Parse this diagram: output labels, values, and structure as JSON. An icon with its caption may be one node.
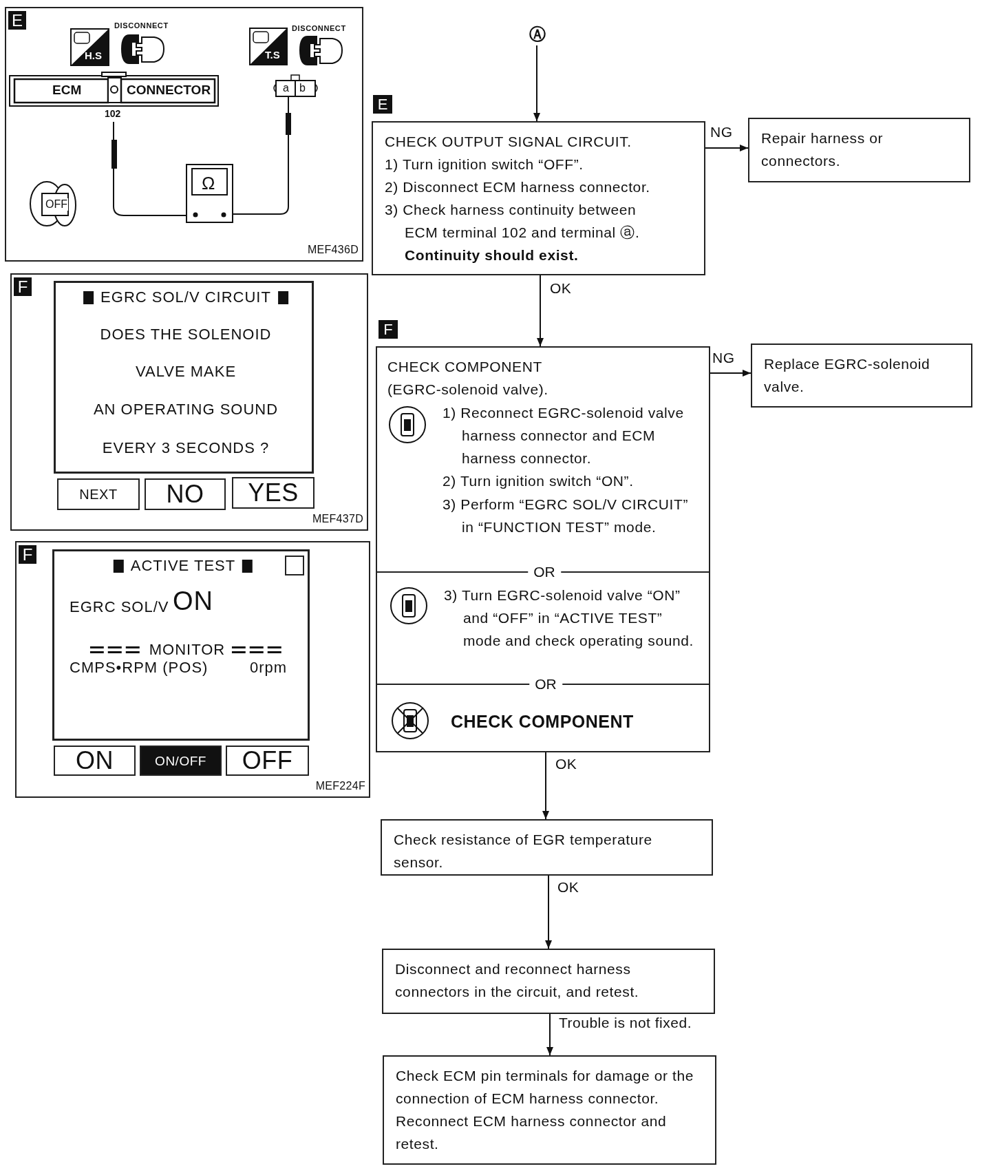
{
  "diagram": {
    "nodes": [
      {
        "text": [
          "E",
          "MEF436D"
        ]
      },
      {
        "text": [
          "F",
          "MEF437D"
        ]
      },
      {
        "text": [
          "EGRC SOL/V CIRCUIT",
          "DOES THE SOLENOID",
          "VALVE MAKE",
          "AN OPERATING SOUND",
          "EVERY 3 SECONDS ?"
        ],
        "in": 1
      },
      {
        "text": [
          "NEXT"
        ],
        "in": 1
      },
      {
        "text": [
          "NO"
        ],
        "in": 1
      },
      {
        "text": [
          "YES"
        ],
        "in": 1
      },
      {
        "text": [
          "F",
          "MEF224F"
        ]
      },
      {
        "text": [
          "ACTIVE TEST",
          "EGRC SOL/V",
          "ON",
          "MONITOR",
          "CMPS•RPM (POS)",
          "0rpm"
        ],
        "in": 6
      },
      {
        "text": [
          "ON"
        ],
        "in": 6
      },
      {
        "text": [
          "ON/OFF"
        ],
        "in": 6
      },
      {
        "text": [
          "OFF"
        ],
        "in": 6
      },
      {
        "text": [
          "Ⓐ"
        ]
      },
      {
        "text": [
          "CHECK OUTPUT SIGNAL CIRCUIT.",
          "1) Turn ignition switch “OFF”.",
          "2) Disconnect ECM harness connector.",
          "3) Check harness continuity between ECM terminal 102 and terminal ⓐ.",
          "Continuity should exist."
        ],
        "beside": [
          "E"
        ]
      },
      {
        "text": [
          "Repair harness or connectors."
        ]
      },
      {
        "text": [
          "CHECK COMPONENT (EGRC-solenoid valve).",
          "1) Reconnect EGRC-solenoid valve harness connector and ECM harness connector.",
          "2) Turn ignition switch “ON”.",
          "3) Perform “EGRC SOL/V CIRCUIT” in “FUNCTION TEST” mode.",
          "OR",
          "3) Turn EGRC-solenoid valve “ON” and “OFF” in “ACTIVE TEST” mode and check operating sound.",
          "OR",
          "CHECK COMPONENT"
        ],
        "beside": [
          "F"
        ]
      },
      {
        "text": [
          "Replace EGRC-solenoid valve."
        ]
      },
      {
        "text": [
          "Check resistance of EGR temperature sensor."
        ]
      },
      {
        "text": [
          "Disconnect and reconnect harness connectors in the circuit, and retest."
        ]
      },
      {
        "text": [
          "Check ECM pin terminals for damage or the connection of ECM harness connector. Reconnect ECM harness connector and retest."
        ]
      }
    ],
    "edges": [
      {
        "from": 11,
        "to": 12,
        "arrow": "to"
      },
      {
        "from": 12,
        "to": 13,
        "arrow": "to",
        "label": "NG"
      },
      {
        "from": 12,
        "to": 14,
        "arrow": "to",
        "label": "OK"
      },
      {
        "from": 14,
        "to": 15,
        "arrow": "to",
        "label": "NG"
      },
      {
        "from": 14,
        "to": 16,
        "arrow": "to",
        "label": "OK"
      },
      {
        "from": 16,
        "to": 17,
        "arrow": "to",
        "label": "OK"
      },
      {
        "from": 17,
        "to": 18,
        "arrow": "to",
        "label": "Trouble is not fixed."
      }
    ],
    "labels": [
      "H.S",
      "DISCONNECT",
      "T.S",
      "DISCONNECT",
      "ECM",
      "CONNECTOR",
      "a",
      "b",
      "102",
      "Ω",
      "OFF"
    ]
  }
}
